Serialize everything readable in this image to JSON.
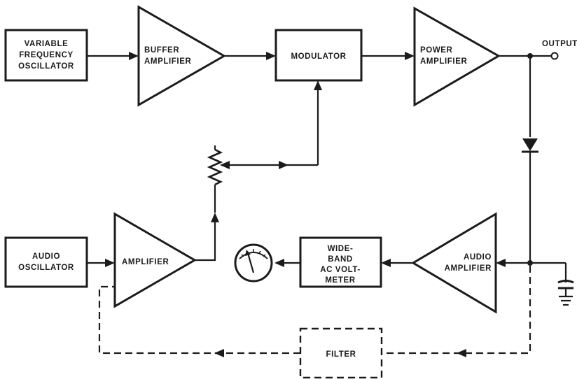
{
  "blocks": {
    "vfo": [
      "VARIABLE",
      "FREQUENCY",
      "OSCILLATOR"
    ],
    "buffer_amp": [
      "BUFFER",
      "AMPLIFIER"
    ],
    "modulator": [
      "MODULATOR"
    ],
    "power_amp": [
      "POWER",
      "AMPLIFIER"
    ],
    "output_label": "OUTPUT",
    "audio_osc": [
      "AUDIO",
      "OSCILLATOR"
    ],
    "amplifier": [
      "AMPLIFIER"
    ],
    "voltmeter": [
      "WIDE-",
      "BAND",
      "AC VOLT-",
      "METER"
    ],
    "audio_amp": [
      "AUDIO",
      "AMPLIFIER"
    ],
    "filter": [
      "FILTER"
    ]
  },
  "icons": {
    "meter": "analog-meter-icon",
    "potentiometer": "potentiometer-icon",
    "diode": "diode-icon",
    "capacitor": "capacitor-ground-icon"
  }
}
